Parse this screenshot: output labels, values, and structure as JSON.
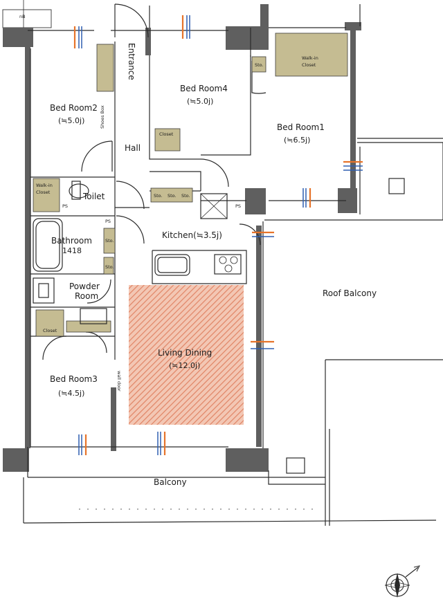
{
  "rooms": {
    "entrance": "Entrance",
    "bedroom4": "Bed Room4",
    "bedroom4_size": "(≒5.0j)",
    "bedroom2": "Bed Room2",
    "bedroom2_size": "(≒5.0j)",
    "bedroom1": "Bed Room1",
    "bedroom1_size": "(≒6.5j)",
    "hall": "Hall",
    "toilet": "Toilet",
    "bathroom": "Bathroom",
    "bathroom_size": "1418",
    "kitchen": "Kitchen(≒3.5j)",
    "powder_room_1": "Powder",
    "powder_room_2": "Room",
    "roof_balcony": "Roof Balcony",
    "living_dining": "Living Dining",
    "living_dining_size": "(≒12.0j)",
    "bedroom3": "Bed Room3",
    "bedroom3_size": "(≒4.5j)",
    "balcony": "Balcony"
  },
  "small_labels": {
    "shoes_box": "Shoes Box",
    "closet": "Closet",
    "walk_in_closet_1": "Walk-in",
    "walk_in_closet_2": "Closet",
    "storage": "Sto.",
    "pipe_space": "PS",
    "wall_door": "wall door",
    "corner_tag": "nB"
  },
  "colors": {
    "living_hatch": "#e8967a",
    "closet_fill": "#c5bc92",
    "wall": "#5f5f5f",
    "window_orange": "#e6732a",
    "window_blue": "#2f5fb0"
  }
}
